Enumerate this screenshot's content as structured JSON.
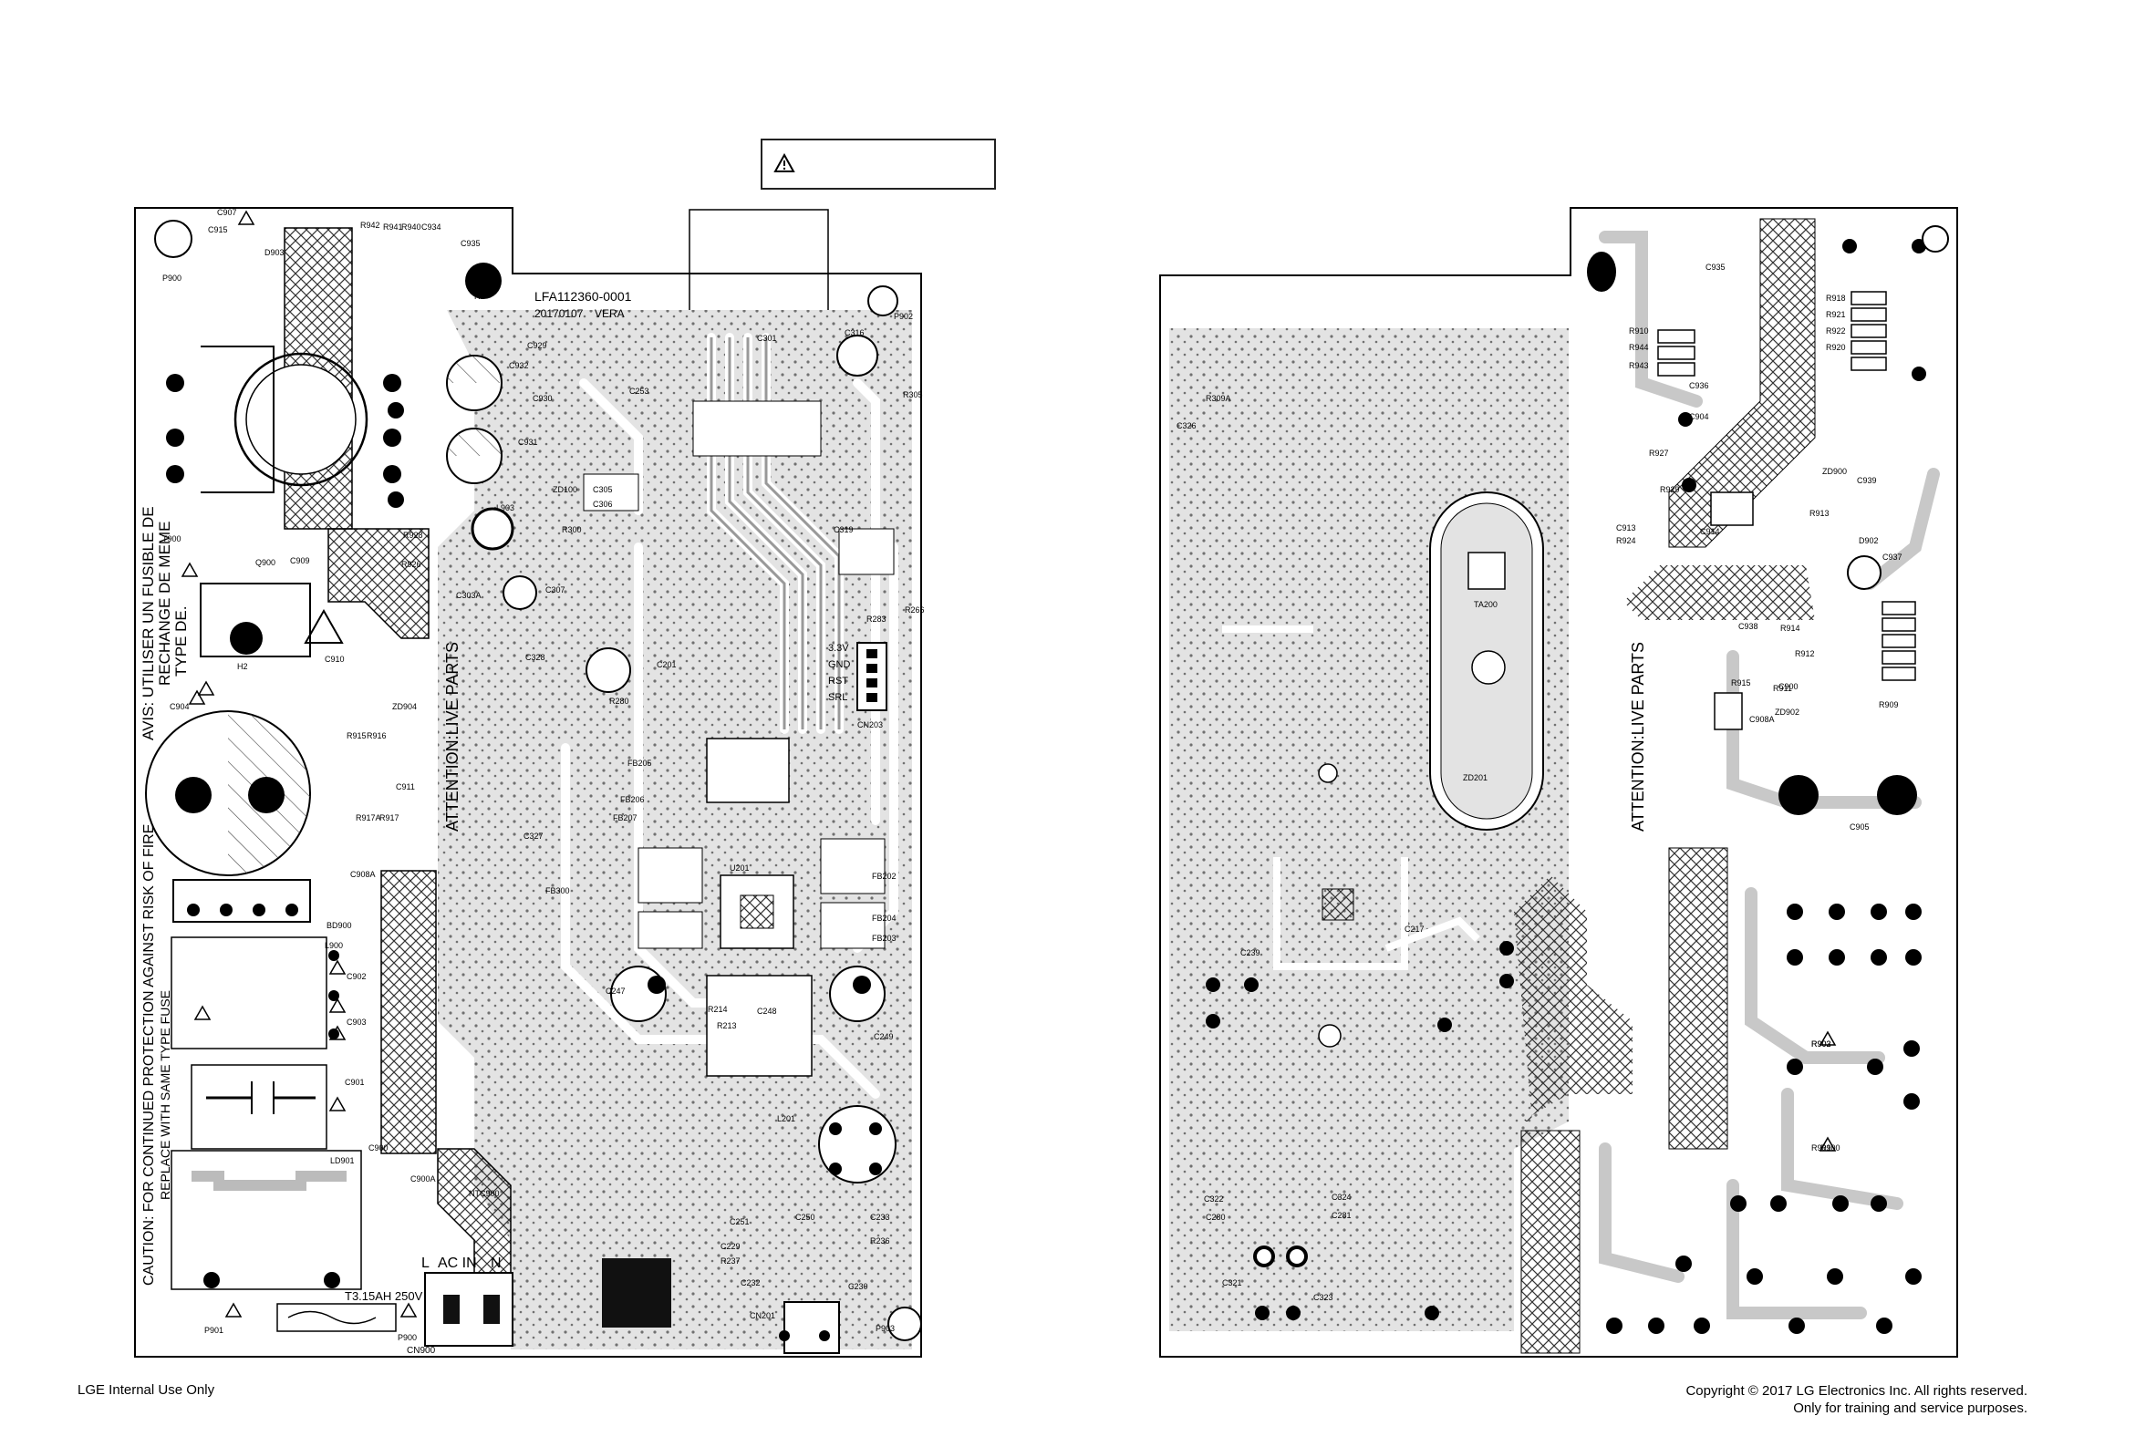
{
  "header": {
    "warning_symbol": "warning-triangle-icon"
  },
  "left_board": {
    "part_number": "LFA112360-0001",
    "date_code": "20170107",
    "revision": "VERA",
    "warning_fr_1": "AVIS: UTILISER UN FUSIBLE DE",
    "warning_fr_2": "RECHANGE DE MEME",
    "warning_fr_3": "TYPE DE.",
    "caution_1": "CAUTION: FOR CONTINUED PROTECTION AGAINST RISK OF FIRE",
    "caution_2": "REPLACE WITH SAME TYPE FUSE",
    "attention": "ATTENTION:LIVE PARTS",
    "fuse": "T3.15AH 250V",
    "ac_in": "AC IN",
    "pin_l": "L",
    "pin_n": "N",
    "conn_cn900": "CN900",
    "header_labels": [
      "3.3V",
      "GND",
      "RST",
      "SRL"
    ],
    "labels": [
      {
        "t": "C907"
      },
      {
        "t": "C915"
      },
      {
        "t": "D903"
      },
      {
        "t": "P900"
      },
      {
        "t": "R942"
      },
      {
        "t": "R941"
      },
      {
        "t": "R940"
      },
      {
        "t": "C934"
      },
      {
        "t": "H1"
      },
      {
        "t": "C935"
      },
      {
        "t": "C929"
      },
      {
        "t": "C932"
      },
      {
        "t": "C930"
      },
      {
        "t": "C931"
      },
      {
        "t": "ZD100"
      },
      {
        "t": "L903"
      },
      {
        "t": "R300"
      },
      {
        "t": "C305"
      },
      {
        "t": "C306"
      },
      {
        "t": "T900"
      },
      {
        "t": "R928"
      },
      {
        "t": "R926"
      },
      {
        "t": "C909"
      },
      {
        "t": "Q900"
      },
      {
        "t": "C303A"
      },
      {
        "t": "C307"
      },
      {
        "t": "C910"
      },
      {
        "t": "H2"
      },
      {
        "t": "C904"
      },
      {
        "t": "ZD904"
      },
      {
        "t": "R915"
      },
      {
        "t": "R916"
      },
      {
        "t": "C911"
      },
      {
        "t": "R917A"
      },
      {
        "t": "R917"
      },
      {
        "t": "C908A"
      },
      {
        "t": "BD900"
      },
      {
        "t": "L900"
      },
      {
        "t": "C902"
      },
      {
        "t": "C903"
      },
      {
        "t": "C901"
      },
      {
        "t": "LD901"
      },
      {
        "t": "C900"
      },
      {
        "t": "C900A"
      },
      {
        "t": "NTC900"
      },
      {
        "t": "P901"
      },
      {
        "t": "P900"
      },
      {
        "t": "C328"
      },
      {
        "t": "C327"
      },
      {
        "t": "FB300"
      },
      {
        "t": "C247"
      },
      {
        "t": "U201"
      },
      {
        "t": "C248"
      },
      {
        "t": "C249"
      },
      {
        "t": "L201"
      },
      {
        "t": "C251"
      },
      {
        "t": "C229"
      },
      {
        "t": "R237"
      },
      {
        "t": "C232"
      },
      {
        "t": "CN201"
      },
      {
        "t": "C250"
      },
      {
        "t": "C233"
      },
      {
        "t": "R236"
      },
      {
        "t": "C230"
      },
      {
        "t": "P903"
      },
      {
        "t": "C316"
      },
      {
        "t": "P902"
      },
      {
        "t": "R305"
      },
      {
        "t": "C253"
      },
      {
        "t": "C301"
      },
      {
        "t": "C319"
      },
      {
        "t": "CN203"
      },
      {
        "t": "R283"
      },
      {
        "t": "R266"
      },
      {
        "t": "C201"
      },
      {
        "t": "R280"
      },
      {
        "t": "FB205"
      },
      {
        "t": "FB206"
      },
      {
        "t": "FB207"
      },
      {
        "t": "FB202"
      },
      {
        "t": "FB204"
      },
      {
        "t": "FB203"
      },
      {
        "t": "R214"
      },
      {
        "t": "R213"
      }
    ]
  },
  "right_board": {
    "attention": "ATTENTION:LIVE PARTS",
    "labels": [
      {
        "t": "C935"
      },
      {
        "t": "R918"
      },
      {
        "t": "R921"
      },
      {
        "t": "R922"
      },
      {
        "t": "R920"
      },
      {
        "t": "R910"
      },
      {
        "t": "R944"
      },
      {
        "t": "R943"
      },
      {
        "t": "C936"
      },
      {
        "t": "C904"
      },
      {
        "t": "R927"
      },
      {
        "t": "ZD900"
      },
      {
        "t": "C939"
      },
      {
        "t": "R913"
      },
      {
        "t": "D902"
      },
      {
        "t": "C937"
      },
      {
        "t": "C913"
      },
      {
        "t": "R924"
      },
      {
        "t": "C914"
      },
      {
        "t": "R929"
      },
      {
        "t": "R914"
      },
      {
        "t": "C938"
      },
      {
        "t": "R912"
      },
      {
        "t": "R911"
      },
      {
        "t": "R909"
      },
      {
        "t": "R915"
      },
      {
        "t": "C900"
      },
      {
        "t": "ZD902"
      },
      {
        "t": "C908A"
      },
      {
        "t": "C905"
      },
      {
        "t": "R903"
      },
      {
        "t": "R902"
      },
      {
        "t": "R901"
      },
      {
        "t": "R900"
      },
      {
        "t": "R309A"
      },
      {
        "t": "C326"
      },
      {
        "t": "TA200"
      },
      {
        "t": "ZD201"
      },
      {
        "t": "C239"
      },
      {
        "t": "C217"
      },
      {
        "t": "C322"
      },
      {
        "t": "C280"
      },
      {
        "t": "C324"
      },
      {
        "t": "C281"
      },
      {
        "t": "C321"
      },
      {
        "t": "C323"
      }
    ]
  },
  "footer": {
    "left_text": "LGE Internal Use Only",
    "right_line1": "Copyright © 2017 LG Electronics Inc. All rights reserved.",
    "right_line2": "Only for training and service purposes."
  }
}
